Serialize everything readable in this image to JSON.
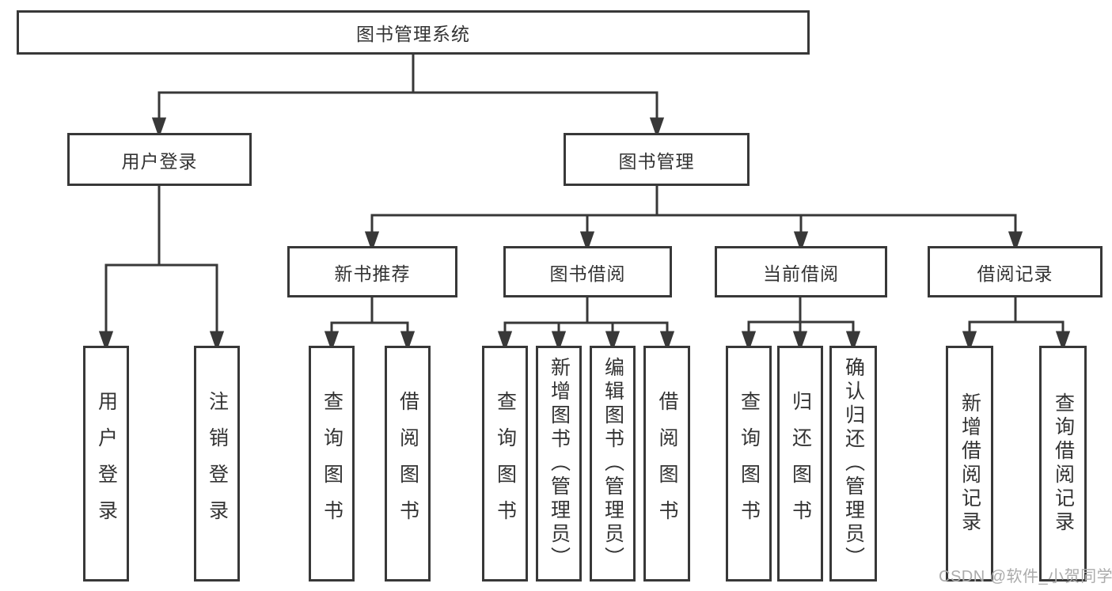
{
  "diagram": {
    "root": {
      "label": "图书管理系统",
      "children": [
        {
          "label": "用户登录",
          "children": [
            {
              "label": "用户登录"
            },
            {
              "label": "注销登录"
            }
          ]
        },
        {
          "label": "图书管理",
          "children": [
            {
              "label": "新书推荐",
              "children": [
                {
                  "label": "查询图书"
                },
                {
                  "label": "借阅图书"
                }
              ]
            },
            {
              "label": "图书借阅",
              "children": [
                {
                  "label": "查询图书"
                },
                {
                  "label": "新增图书（管理员）"
                },
                {
                  "label": "编辑图书（管理员）"
                },
                {
                  "label": "借阅图书"
                }
              ]
            },
            {
              "label": "当前借阅",
              "children": [
                {
                  "label": "查询图书"
                },
                {
                  "label": "归还图书"
                },
                {
                  "label": "确认归还（管理员）"
                }
              ]
            },
            {
              "label": "借阅记录",
              "children": [
                {
                  "label": "新增借阅记录"
                },
                {
                  "label": "查询借阅记录"
                }
              ]
            }
          ]
        }
      ]
    },
    "colors": {
      "line": "#383838",
      "text": "#333333",
      "background": "#ffffff",
      "watermark": "#ababab"
    },
    "watermark": "CSDN @软件_小贺同学"
  }
}
